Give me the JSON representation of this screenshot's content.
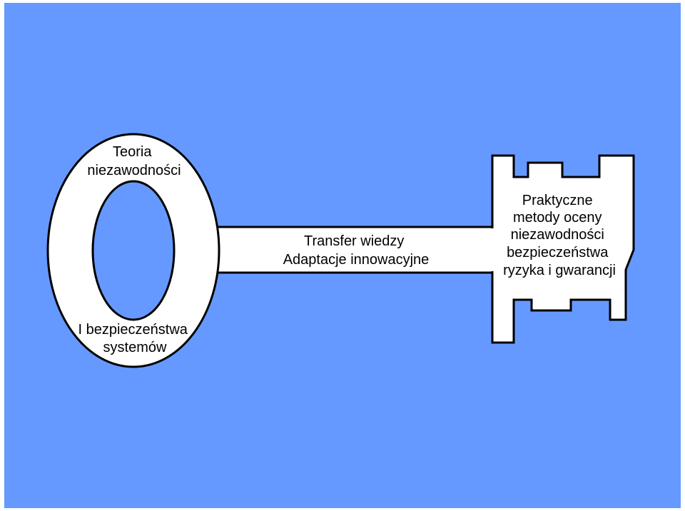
{
  "colors": {
    "background": "#6699FF",
    "key_fill": "#FFFFFF",
    "outline": "#000000",
    "text": "#000000"
  },
  "key_bow": {
    "line1": "Teoria",
    "line2": "niezawodności",
    "bottom_line1": "I bezpieczeństwa",
    "bottom_line2": "systemów"
  },
  "key_shaft": {
    "line1": "Transfer wiedzy",
    "line2": "Adaptacje innowacyjne"
  },
  "key_bit": {
    "line1": "Praktyczne",
    "line2": "metody oceny",
    "line3": "niezawodności",
    "line4": "bezpieczeństwa",
    "line5": "ryzyka i gwarancji"
  }
}
